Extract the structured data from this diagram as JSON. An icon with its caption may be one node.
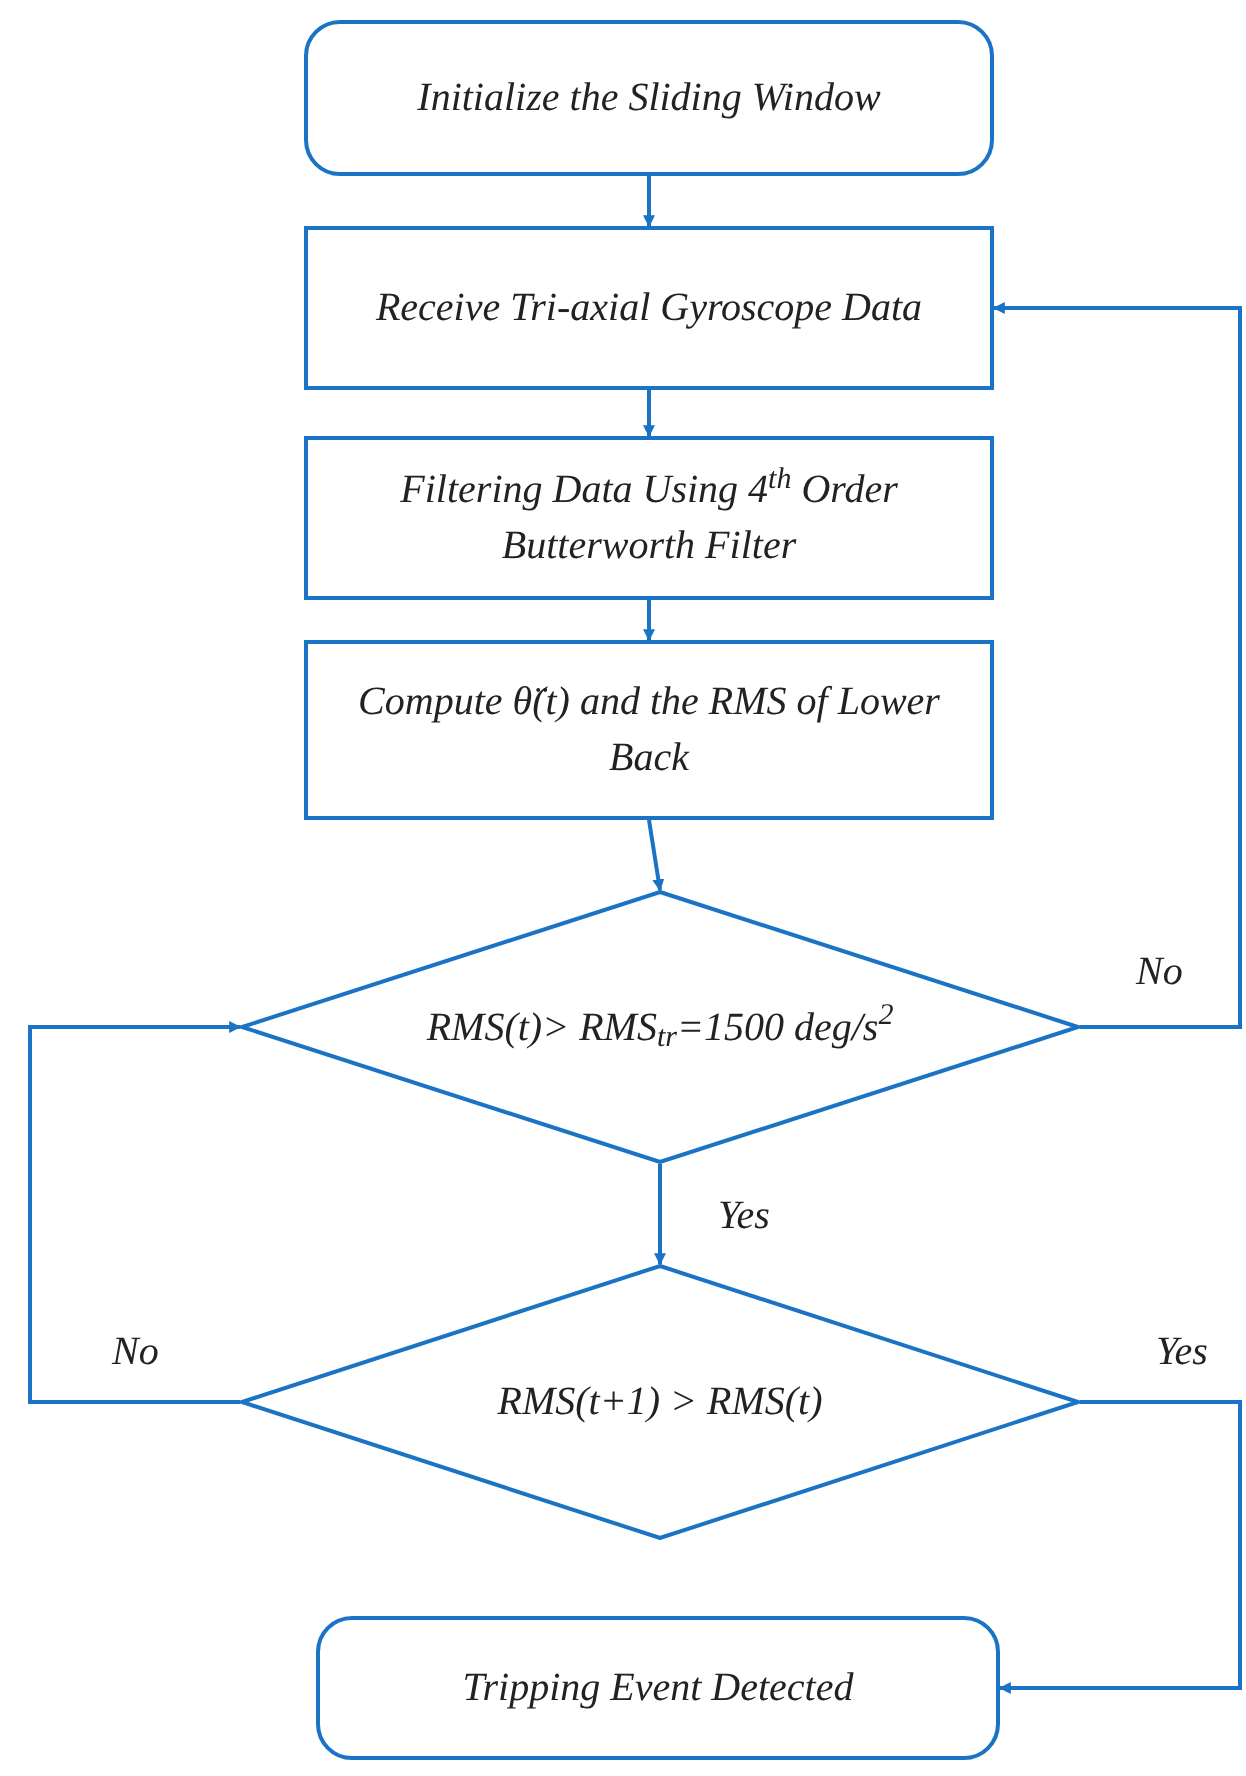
{
  "diagram": {
    "nodes": [
      {
        "text": [
          "Initialize the Sliding Window"
        ]
      },
      {
        "text": [
          "Receive Tri-axial Gyroscope Data"
        ]
      },
      {
        "text": [
          "Filtering Data Using 4$^{th}$ Order Butterworth Filter"
        ]
      },
      {
        "text": [
          "Compute θ̈(t) and the RMS of Lower Back"
        ]
      },
      {
        "text": [
          "RMS(t)> RMS$_{tr}$=1500 deg/s$^{2}$"
        ]
      },
      {
        "text": [
          "RMS(t+1) > RMS(t)"
        ]
      },
      {
        "text": [
          "Tripping Event Detected"
        ]
      }
    ],
    "edges": [
      {
        "from": 0,
        "to": 1,
        "arrow": "to"
      },
      {
        "from": 1,
        "to": 2,
        "arrow": "to"
      },
      {
        "from": 2,
        "to": 3,
        "arrow": "to"
      },
      {
        "from": 3,
        "to": 4,
        "arrow": "to"
      },
      {
        "from": 4,
        "to": 5,
        "arrow": "to",
        "label": "Yes"
      },
      {
        "from": 4,
        "to": 1,
        "arrow": "to",
        "label": "No"
      },
      {
        "from": 5,
        "to": 6,
        "arrow": "to",
        "label": "Yes"
      },
      {
        "from": 5,
        "to": 4,
        "arrow": "to",
        "label": "No"
      }
    ]
  }
}
